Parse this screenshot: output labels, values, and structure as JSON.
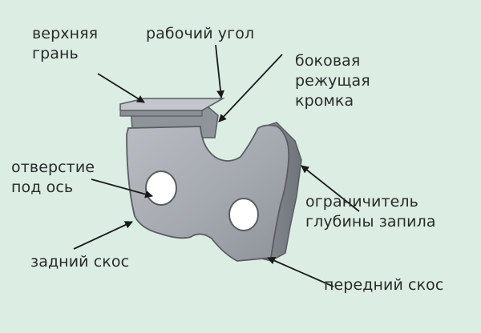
{
  "colors": {
    "background": "#dceee4",
    "text": "#2a2a2a",
    "metal_light": "#b5b9be",
    "metal_mid": "#9ea3a9",
    "metal_dark": "#7d8288",
    "outline": "#595d62",
    "arrow": "#1a1a1a"
  },
  "labels": {
    "top_face": [
      "верхняя",
      "грань"
    ],
    "working_angle": [
      "рабочий угол"
    ],
    "side_cutting_edge": [
      "боковая",
      "режущая",
      "кромка"
    ],
    "axle_hole": [
      "отверстие",
      "под ось"
    ],
    "depth_limiter": [
      "ограничитель",
      "глубины запила"
    ],
    "rear_bevel": [
      "задний скос"
    ],
    "front_bevel": [
      "передний скос"
    ]
  }
}
